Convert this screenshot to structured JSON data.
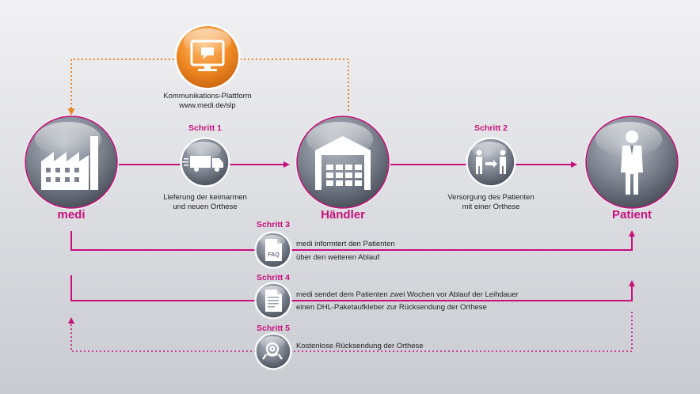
{
  "platform": {
    "title": "Kommunikations-Plattform",
    "url": "www.medi.de/slp"
  },
  "nodes": {
    "medi": "medi",
    "dealer": "Händler",
    "patient": "Patient"
  },
  "steps": [
    {
      "label": "Schritt 1",
      "text_lines": [
        "Lieferung der keimarmen",
        "und neuen Orthese"
      ]
    },
    {
      "label": "Schritt 2",
      "text_lines": [
        "Versorgung des Patienten",
        "mit einer Orthese"
      ]
    },
    {
      "label": "Schritt 3",
      "text_lines": [
        "medi informtert den Patienten",
        "über den weiteren Ablauf"
      ]
    },
    {
      "label": "Schritt 4",
      "text_lines": [
        "medi sendet dem Patienten zwei Wochen vor Ablauf der Leihdauer",
        "einen DHL-Paketaufkleber zur Rücksendung der Orthese"
      ]
    },
    {
      "label": "Schritt 5",
      "text_lines": [
        "Kostenlose Rücksendung der Orthese"
      ]
    }
  ],
  "icons": {
    "platform": "monitor-chat-icon",
    "medi": "factory-icon",
    "step1": "truck-icon",
    "dealer": "warehouse-icon",
    "step2": "handover-people-icon",
    "patient": "person-icon",
    "step3": "faq-document-icon",
    "step4": "document-icon",
    "step5": "post-horn-icon"
  },
  "colors": {
    "accent": "#c8107a",
    "platform_orange": "#f08a24",
    "dotted_orange": "#e8862a",
    "sphere_dark": "#4e5561",
    "sphere_light": "#aab0ba"
  }
}
